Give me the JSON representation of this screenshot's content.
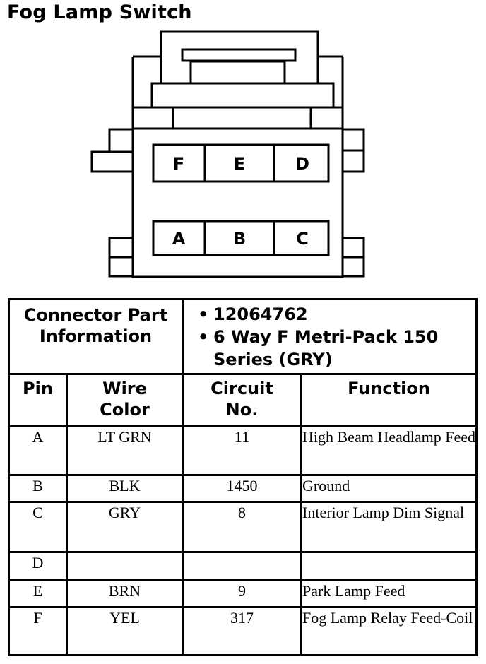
{
  "title": "Fog Lamp Switch",
  "connector_pins": {
    "top_row": [
      "F",
      "E",
      "D"
    ],
    "bottom_row": [
      "A",
      "B",
      "C"
    ]
  },
  "table": {
    "info_label": "Connector Part Information",
    "info_items": [
      "12064762",
      "6 Way F Metri-Pack 150 Series (GRY)"
    ],
    "headers": {
      "pin": "Pin",
      "wire_color": "Wire Color",
      "circuit": "Circuit No.",
      "function": "Function"
    },
    "rows": [
      {
        "pin": "A",
        "wire_color": "LT GRN",
        "circuit": "11",
        "function": "High Beam Headlamp Feed"
      },
      {
        "pin": "B",
        "wire_color": "BLK",
        "circuit": "1450",
        "function": "Ground"
      },
      {
        "pin": "C",
        "wire_color": "GRY",
        "circuit": "8",
        "function": "Interior Lamp Dim Signal"
      },
      {
        "pin": "D",
        "wire_color": "",
        "circuit": "",
        "function": ""
      },
      {
        "pin": "E",
        "wire_color": "BRN",
        "circuit": "9",
        "function": "Park Lamp Feed"
      },
      {
        "pin": "F",
        "wire_color": "YEL",
        "circuit": "317",
        "function": "Fog Lamp Relay Feed-Coil"
      }
    ]
  }
}
